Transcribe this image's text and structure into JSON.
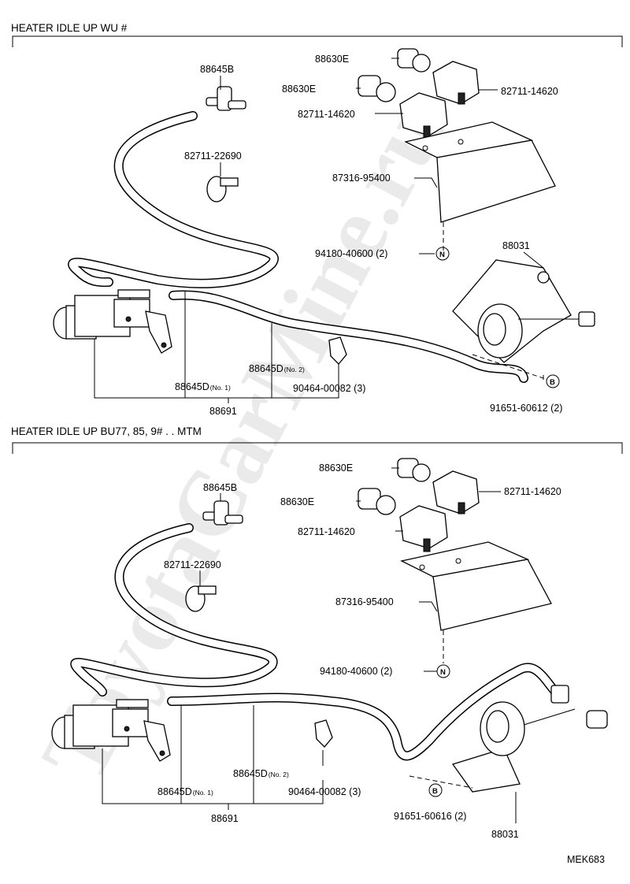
{
  "watermark": "ToyotaCarMine.ru",
  "figure_code": "MEK683",
  "sections": [
    {
      "title": "HEATER IDLE UP WU #",
      "labels": {
        "vacuum_switch_a": "88630E",
        "vacuum_switch_b": "88630E",
        "tee_joint": "88645B",
        "bracket_clip_a": "82711-14620",
        "bracket_clip_b": "82711-14620",
        "hose_clip": "82711-22690",
        "switch_bracket": "87316-95400",
        "screw": "94180-40600 (2)",
        "screw_mark": "N",
        "actuator": "88031",
        "hose_no2": "88645D",
        "hose_no2_suffix": "(No. 2)",
        "hose_no1": "88645D",
        "hose_no1_suffix": "(No. 1)",
        "hose_clamp": "90464-00082 (3)",
        "bolt_mark": "B",
        "bolt": "91651-60612 (2)",
        "vsv_assy": "88691"
      }
    },
    {
      "title": "HEATER IDLE UP BU77, 85, 9# . . MTM",
      "labels": {
        "vacuum_switch_a": "88630E",
        "vacuum_switch_b": "88630E",
        "tee_joint": "88645B",
        "bracket_clip_a": "82711-14620",
        "bracket_clip_b": "82711-14620",
        "hose_clip": "82711-22690",
        "switch_bracket": "87316-95400",
        "screw": "94180-40600 (2)",
        "screw_mark": "N",
        "hose_no2": "88645D",
        "hose_no2_suffix": "(No. 2)",
        "hose_clamp": "90464-00082 (3)",
        "hose_no1": "88645D",
        "hose_no1_suffix": "(No. 1)",
        "bolt_mark": "B",
        "bolt": "91651-60616 (2)",
        "vsv_assy": "88691",
        "actuator": "88031"
      }
    }
  ]
}
